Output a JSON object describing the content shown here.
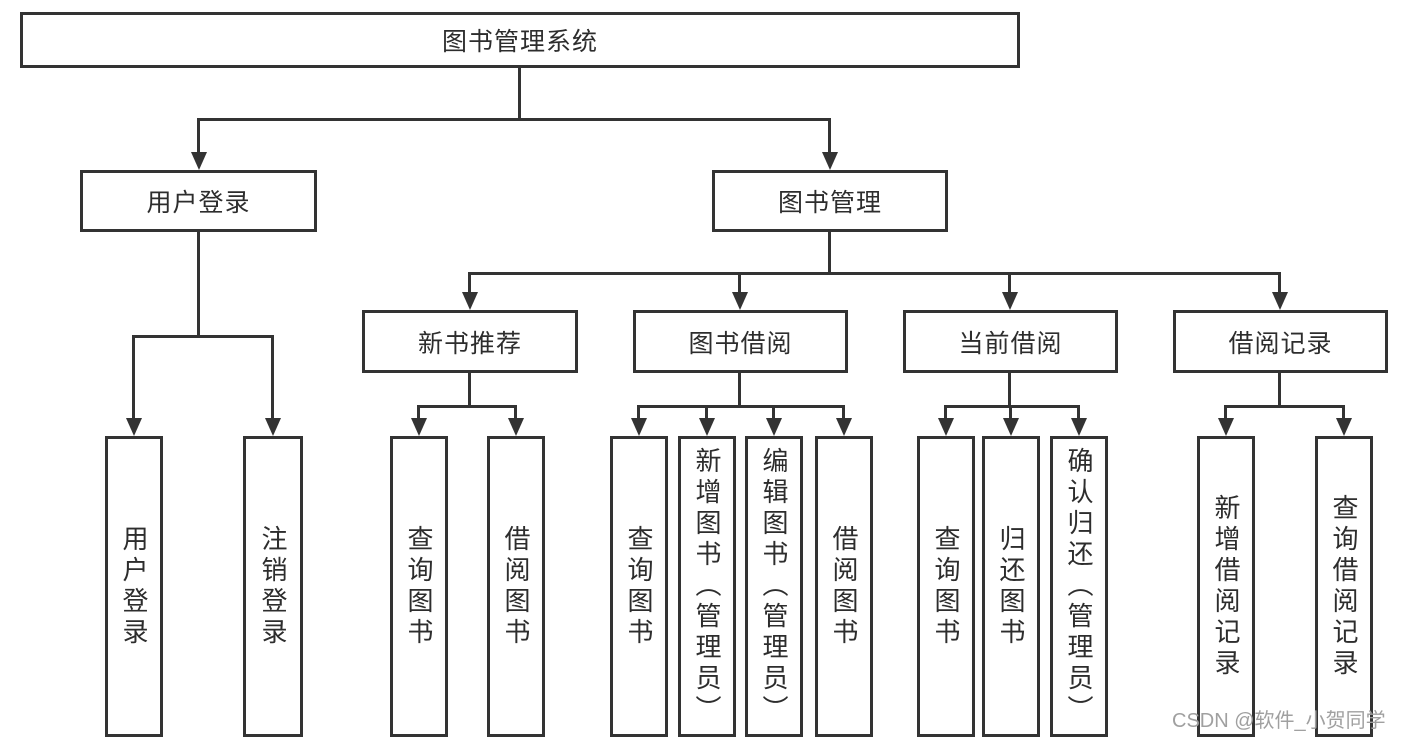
{
  "diagram": {
    "title": "图书管理系统",
    "user_login": {
      "label": "用户登录",
      "children": [
        "用户登录",
        "注销登录"
      ]
    },
    "book_management": {
      "label": "图书管理",
      "new_books": {
        "label": "新书推荐",
        "children": [
          "查询图书",
          "借阅图书"
        ]
      },
      "borrowing": {
        "label": "图书借阅",
        "children": [
          "查询图书",
          "新增图书（管理员）",
          "编辑图书（管理员）",
          "借阅图书"
        ]
      },
      "current": {
        "label": "当前借阅",
        "children": [
          "查询图书",
          "归还图书",
          "确认归还（管理员）"
        ]
      },
      "records": {
        "label": "借阅记录",
        "children": [
          "新增借阅记录",
          "查询借阅记录"
        ]
      }
    }
  },
  "watermark": "CSDN @软件_小贺同学",
  "colors": {
    "line": "#333333",
    "box_border": "#333333",
    "text": "#2d2d2d",
    "watermark_text": "#a0a0a0",
    "background": "#ffffff"
  }
}
